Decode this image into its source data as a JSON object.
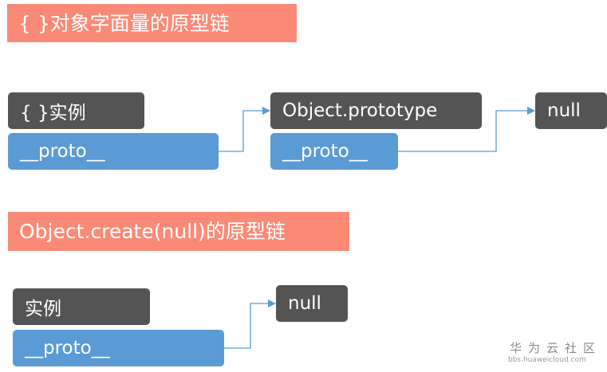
{
  "section1": {
    "title": "{ }对象字面量的原型链",
    "instance_label": "{ }实例",
    "proto_label": "__proto__",
    "object_prototype_label": "Object.prototype",
    "object_prototype_proto_label": "__proto__",
    "null_label": "null"
  },
  "section2": {
    "title": "Object.create(null)的原型链",
    "instance_label": "实例",
    "proto_label": "__proto__",
    "null_label": "null"
  },
  "watermark": {
    "title": "华为云社区",
    "url": "bbs.huaweicloud.com"
  },
  "colors": {
    "header": "#fa8a76",
    "dark_box": "#545454",
    "blue_box": "#5b9bd5",
    "connector": "#5b9bd5"
  }
}
